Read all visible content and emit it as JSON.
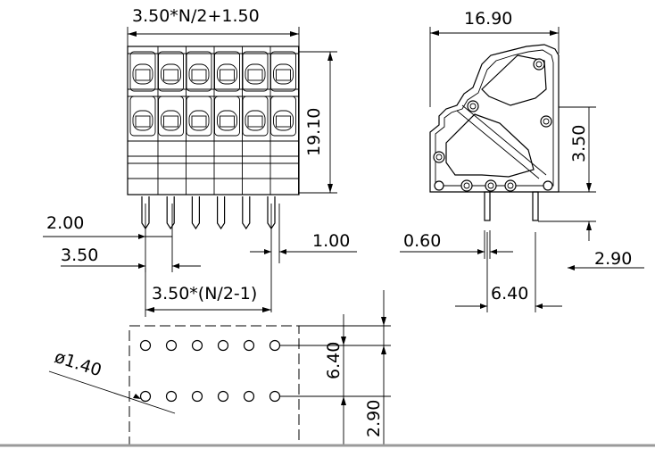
{
  "dimensions": {
    "top_width": "3.50*N/2+1.50",
    "side_width": "16.90",
    "front_height": "19.10",
    "side_offset": "3.50",
    "pin_a": "2.00",
    "pin_pitch": "3.50",
    "pin_width": "1.00",
    "pin_width_side": "0.60",
    "pin_len": "2.90",
    "pin_spacing": "6.40",
    "span": "3.50*(N/2-1)",
    "hole_dia": "ø1.40",
    "pcb_row": "6.40",
    "pcb_edge": "2.90"
  }
}
